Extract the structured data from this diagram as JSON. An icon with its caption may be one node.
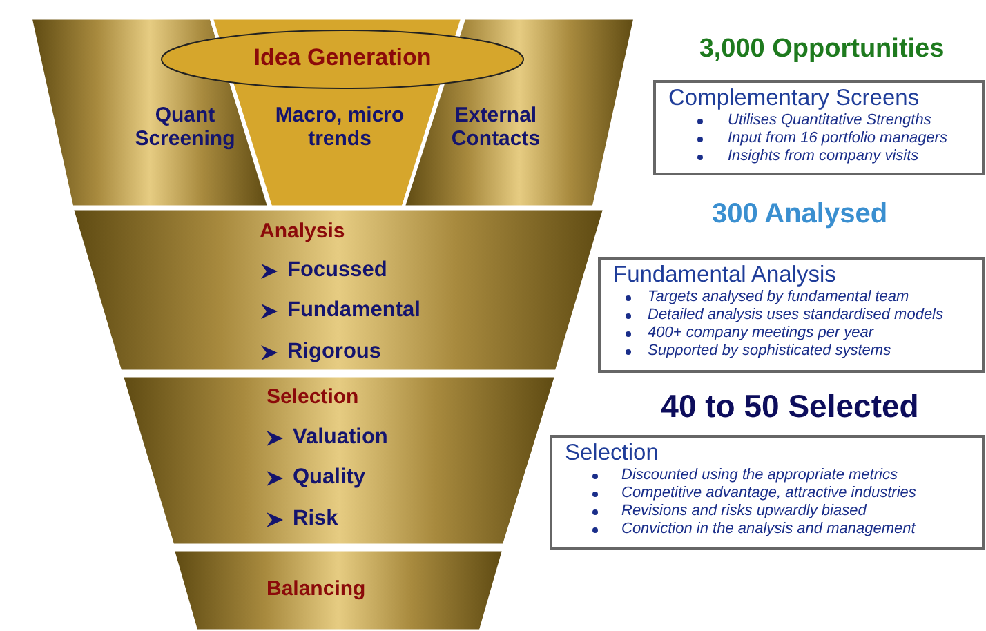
{
  "diagram": {
    "nodes": [
      {
        "text": [
          "Idea Generation"
        ]
      },
      {
        "text": [
          "Quant Screening"
        ]
      },
      {
        "text": [
          "Macro, micro trends"
        ]
      },
      {
        "text": [
          "External Contacts"
        ]
      },
      {
        "text": [
          "Analysis",
          "Focussed",
          "Fundamental",
          "Rigorous"
        ]
      },
      {
        "text": [
          "Selection",
          "Valuation",
          "Quality",
          "Risk"
        ]
      },
      {
        "text": [
          "Balancing"
        ]
      },
      {
        "text": [
          "Complementary Screens",
          "Utilises Quantitative Strengths",
          "Input from 16 portfolio managers",
          "Insights from company visits"
        ]
      },
      {
        "text": [
          "Fundamental Analysis",
          "Targets analysed by fundamental team",
          "Detailed analysis uses standardised models",
          "400+ company meetings per year",
          "Supported by sophisticated systems"
        ]
      },
      {
        "text": [
          "Selection",
          "Discounted using the appropriate metrics",
          "Competitive advantage, attractive industries",
          "Revisions and risks upwardly biased",
          "Conviction in the analysis and management"
        ]
      }
    ],
    "labels": [
      "3,000 Opportunities",
      "300 Analysed",
      "40 to 50 Selected"
    ]
  }
}
